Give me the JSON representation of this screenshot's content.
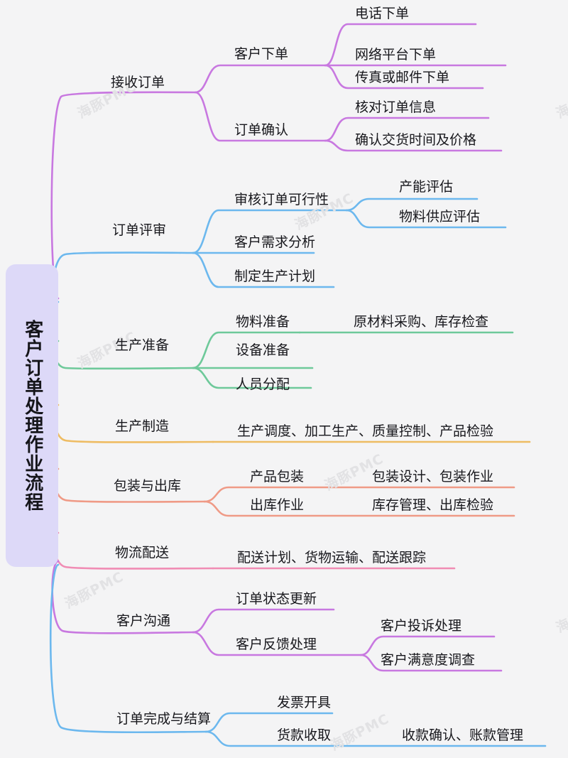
{
  "diagram": {
    "type": "mindmap",
    "background_color": "#f4f4f5",
    "watermark_text": "海豚PMC",
    "root": {
      "label": "客户订单处理作业流程",
      "fill_color": "#ddd9f8",
      "text_color": "#15151a"
    },
    "branches": [
      {
        "label": "接收订单",
        "color": "#c878e0",
        "children": [
          {
            "label": "客户下单",
            "children": [
              {
                "label": "电话下单"
              },
              {
                "label": "网络平台下单"
              },
              {
                "label": "传真或邮件下单"
              }
            ]
          },
          {
            "label": "订单确认",
            "children": [
              {
                "label": "核对订单信息"
              },
              {
                "label": "确认交货时间及价格"
              }
            ]
          }
        ]
      },
      {
        "label": "订单评审",
        "color": "#6cb8ee",
        "children": [
          {
            "label": "审核订单可行性",
            "children": [
              {
                "label": "产能评估"
              },
              {
                "label": "物料供应评估"
              }
            ]
          },
          {
            "label": "客户需求分析",
            "children": []
          },
          {
            "label": "制定生产计划",
            "children": []
          }
        ]
      },
      {
        "label": "生产准备",
        "color": "#6ec99a",
        "children": [
          {
            "label": "物料准备",
            "children": [
              {
                "label": "原材料采购、库存检查"
              }
            ]
          },
          {
            "label": "设备准备",
            "children": []
          },
          {
            "label": "人员分配",
            "children": []
          }
        ]
      },
      {
        "label": "生产制造",
        "color": "#eebc63",
        "children": [
          {
            "label": "生产调度、加工生产、质量控制、产品检验",
            "children": []
          }
        ]
      },
      {
        "label": "包装与出库",
        "color": "#ef9a86",
        "children": [
          {
            "label": "产品包装",
            "children": [
              {
                "label": "包装设计、包装作业"
              }
            ]
          },
          {
            "label": "出库作业",
            "children": [
              {
                "label": "库存管理、出库检验"
              }
            ]
          }
        ]
      },
      {
        "label": "物流配送",
        "color": "#f08cb4",
        "children": [
          {
            "label": "配送计划、货物运输、配送跟踪",
            "children": []
          }
        ]
      },
      {
        "label": "客户沟通",
        "color": "#c878e0",
        "children": [
          {
            "label": "订单状态更新",
            "children": []
          },
          {
            "label": "客户反馈处理",
            "children": [
              {
                "label": "客户投诉处理"
              },
              {
                "label": "客户满意度调查"
              }
            ]
          }
        ]
      },
      {
        "label": "订单完成与结算",
        "color": "#6cb8ee",
        "children": [
          {
            "label": "发票开具",
            "children": []
          },
          {
            "label": "货款收取",
            "children": [
              {
                "label": "收款确认、账款管理"
              }
            ]
          }
        ]
      }
    ]
  },
  "nodes": {
    "root": "客户订单处理作业流程",
    "b1": "接收订单",
    "b1c1": "客户下单",
    "b1c1s1": "电话下单",
    "b1c1s2": "网络平台下单",
    "b1c1s3": "传真或邮件下单",
    "b1c2": "订单确认",
    "b1c2s1": "核对订单信息",
    "b1c2s2": "确认交货时间及价格",
    "b2": "订单评审",
    "b2c1": "审核订单可行性",
    "b2c1s1": "产能评估",
    "b2c1s2": "物料供应评估",
    "b2c2": "客户需求分析",
    "b2c3": "制定生产计划",
    "b3": "生产准备",
    "b3c1": "物料准备",
    "b3c1s1": "原材料采购、库存检查",
    "b3c2": "设备准备",
    "b3c3": "人员分配",
    "b4": "生产制造",
    "b4c1": "生产调度、加工生产、质量控制、产品检验",
    "b5": "包装与出库",
    "b5c1": "产品包装",
    "b5c1s1": "包装设计、包装作业",
    "b5c2": "出库作业",
    "b5c2s1": "库存管理、出库检验",
    "b6": "物流配送",
    "b6c1": "配送计划、货物运输、配送跟踪",
    "b7": "客户沟通",
    "b7c1": "订单状态更新",
    "b7c2": "客户反馈处理",
    "b7c2s1": "客户投诉处理",
    "b7c2s2": "客户满意度调查",
    "b8": "订单完成与结算",
    "b8c1": "发票开具",
    "b8c2": "货款收取",
    "b8c2s1": "收款确认、账款管理"
  },
  "watermarks": [
    {
      "text": "海豚PMC"
    },
    {
      "text": "海豚PMC"
    },
    {
      "text": "海豚PMC"
    },
    {
      "text": "海豚PMC"
    },
    {
      "text": "海豚PMC"
    },
    {
      "text": "海豚PMC"
    },
    {
      "text": "海豚PMC"
    },
    {
      "text": "海豚PMC"
    }
  ]
}
